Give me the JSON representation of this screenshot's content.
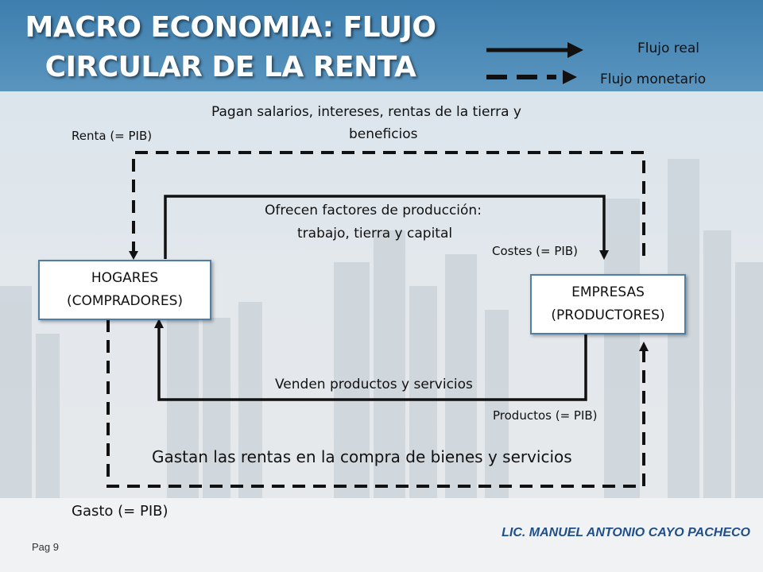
{
  "slide": {
    "title_line1": "MACRO ECONOMIA: FLUJO",
    "title_line2": "CIRCULAR DE LA RENTA",
    "page_label": "Pag 9",
    "author": "LIC. MANUEL ANTONIO CAYO PACHECO"
  },
  "legend": {
    "real": "Flujo real",
    "monetary": "Flujo monetario"
  },
  "nodes": {
    "households_line1": "HOGARES",
    "households_line2": "(COMPRADORES)",
    "firms_line1": "EMPRESAS",
    "firms_line2": "(PRODUCTORES)"
  },
  "labels": {
    "top_flow_line1": "Pagan salarios, intereses, rentas de la tierra y",
    "top_flow_line2": "beneficios",
    "renta": "Renta (= PIB)",
    "factors_line1": "Ofrecen factores de producción:",
    "factors_line2": "trabajo, tierra y capital",
    "costes": "Costes (= PIB)",
    "sell": "Venden productos y servicios",
    "productos": "Productos (= PIB)",
    "spend": "Gastan las rentas en la compra de bienes y servicios",
    "gasto": "Gasto (= PIB)"
  },
  "colors": {
    "header": "#4a86b0",
    "box_border": "#4f7fa6",
    "author": "#1f4f8a",
    "lines": "#111111"
  }
}
